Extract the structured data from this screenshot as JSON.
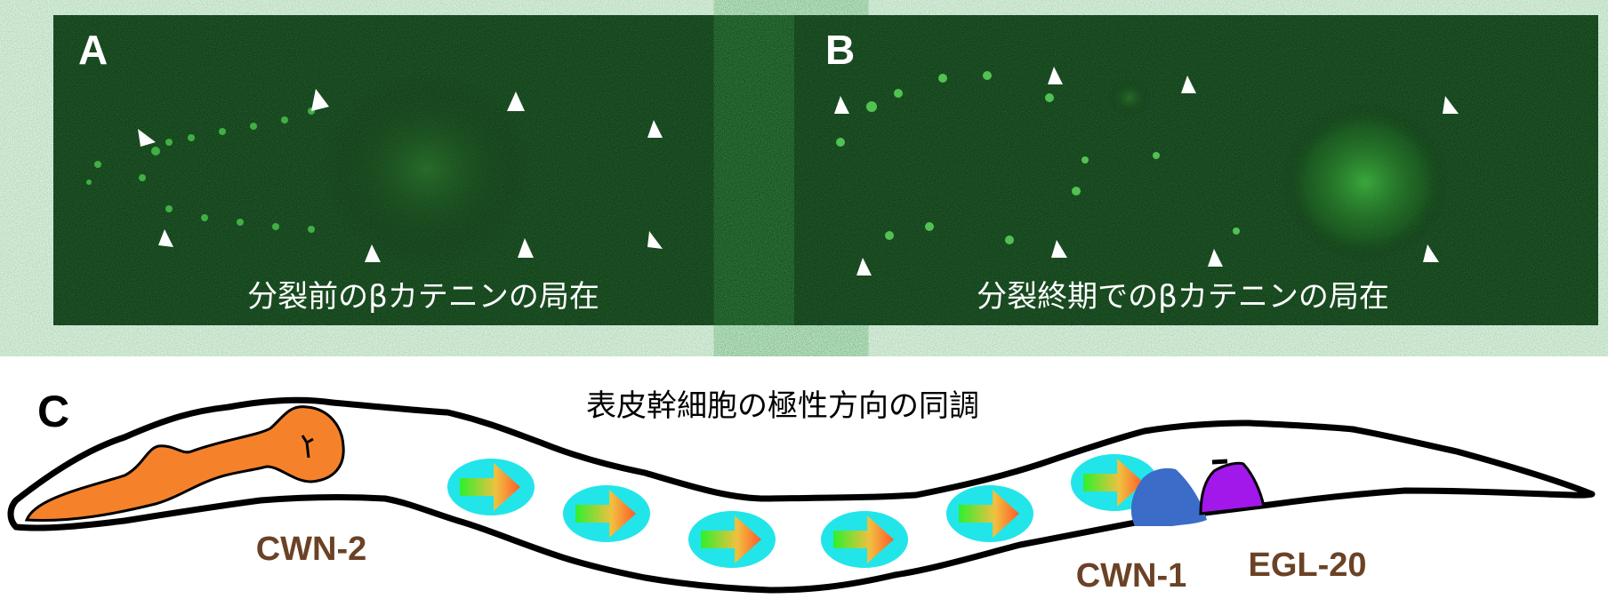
{
  "panel_a": {
    "label": "A",
    "caption": "分裂前のβカテニンの局在"
  },
  "panel_b": {
    "label": "B",
    "caption": "分裂終期でのβカテニンの局在"
  },
  "panel_c": {
    "label": "C",
    "title": "表皮幹細胞の極性方向の同調",
    "genes": {
      "cwn2": "CWN-2",
      "cwn1": "CWN-1",
      "egl20": "EGL-20"
    },
    "colors": {
      "cwn2": "#f5822a",
      "cwn1": "#3b6cc8",
      "egl20": "#a217ea",
      "cell": "#22e5ea",
      "arrow": "#ff5a28",
      "label": "#6b4226"
    }
  }
}
